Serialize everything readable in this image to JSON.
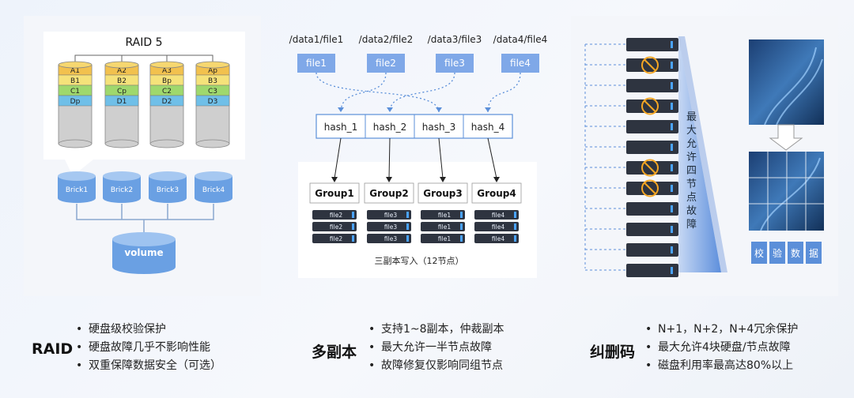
{
  "raid": {
    "title": "RAID 5",
    "disks": [
      [
        "A1",
        "B1",
        "C1",
        "Dp"
      ],
      [
        "A2",
        "B2",
        "Cp",
        "D1"
      ],
      [
        "A3",
        "Bp",
        "C2",
        "D2"
      ],
      [
        "Ap",
        "B3",
        "C3",
        "D3"
      ]
    ],
    "bricks": [
      "Brick1",
      "Brick2",
      "Brick3",
      "Brick4"
    ],
    "volume": "volume",
    "label": "RAID",
    "bullets": [
      "硬盘级校验保护",
      "硬盘故障几乎不影响性能",
      "双重保障数据安全（可选）"
    ]
  },
  "replica": {
    "paths": [
      "/data1/file1",
      "/data2/file2",
      "/data3/file3",
      "/data4/file4"
    ],
    "files": [
      "file1",
      "file2",
      "file3",
      "file4"
    ],
    "hashes": [
      "hash_1",
      "hash_2",
      "hash_3",
      "hash_4"
    ],
    "groups": [
      "Group1",
      "Group2",
      "Group3",
      "Group4"
    ],
    "group_disks": [
      [
        "file2",
        "file2",
        "file2"
      ],
      [
        "file3",
        "file3",
        "file3"
      ],
      [
        "file1",
        "file1",
        "file1"
      ],
      [
        "file4",
        "file4",
        "file4"
      ]
    ],
    "caption": "三副本写入（12节点）",
    "label": "多副本",
    "bullets": [
      "支持1~8副本，仲裁副本",
      "最大允许一半节点故障",
      "故障修复仅影响同组节点"
    ]
  },
  "ec": {
    "vertical_text": "最大允许四节点故障",
    "check_cells": [
      "校",
      "验",
      "数",
      "据"
    ],
    "label": "纠删码",
    "bullets": [
      "N+1，N+2，N+4冗余保护",
      "最大允许4块硬盘/节点故障",
      "磁盘利用率最高达80%以上"
    ],
    "failed_nodes": [
      1,
      3,
      6,
      7
    ]
  },
  "colors": {
    "accent_blue": "#5b8fd9",
    "chip_blue": "#7fa8e8",
    "warn_orange": "#f5a623",
    "server_dark": "#2e3440"
  }
}
